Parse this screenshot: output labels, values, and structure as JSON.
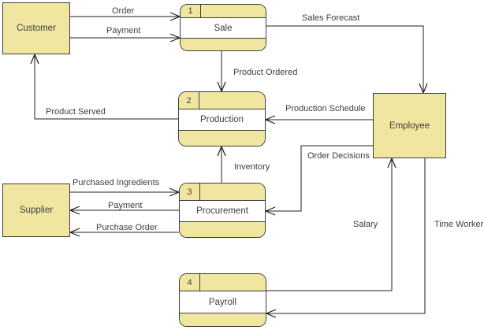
{
  "diagram": {
    "type": "data-flow-diagram",
    "colors": {
      "shape_fill": "#f0e69f",
      "shape_border": "#3d3d3d",
      "flow_line": "#1f1f1f",
      "text": "#3d3d3d",
      "canvas_bg": "#ffffff"
    },
    "entities": [
      {
        "label": "Customer"
      },
      {
        "label": "Supplier"
      },
      {
        "label": "Employee"
      }
    ],
    "processes": [
      {
        "number": "1",
        "label": "Sale"
      },
      {
        "number": "2",
        "label": "Production"
      },
      {
        "number": "3",
        "label": "Procurement"
      },
      {
        "number": "4",
        "label": "Payroll"
      }
    ],
    "flows": [
      {
        "label": "Order",
        "from": "Customer",
        "to": "Sale"
      },
      {
        "label": "Payment",
        "from": "Customer",
        "to": "Sale"
      },
      {
        "label": "Sales Forecast",
        "from": "Sale",
        "to": "Employee"
      },
      {
        "label": "Product Ordered",
        "from": "Sale",
        "to": "Production"
      },
      {
        "label": "Production Schedule",
        "from": "Employee",
        "to": "Production"
      },
      {
        "label": "Product Served",
        "from": "Production",
        "to": "Customer"
      },
      {
        "label": "Inventory",
        "from": "Procurement",
        "to": "Production"
      },
      {
        "label": "Purchased Ingredients",
        "from": "Supplier",
        "to": "Procurement"
      },
      {
        "label": "Payment",
        "from": "Procurement",
        "to": "Supplier"
      },
      {
        "label": "Purchase Order",
        "from": "Procurement",
        "to": "Supplier"
      },
      {
        "label": "Order Decisions",
        "from": "Employee",
        "to": "Procurement"
      },
      {
        "label": "Salary",
        "from": "Payroll",
        "to": "Employee"
      },
      {
        "label": "Time Worker",
        "from": "Employee",
        "to": "Payroll"
      }
    ]
  }
}
